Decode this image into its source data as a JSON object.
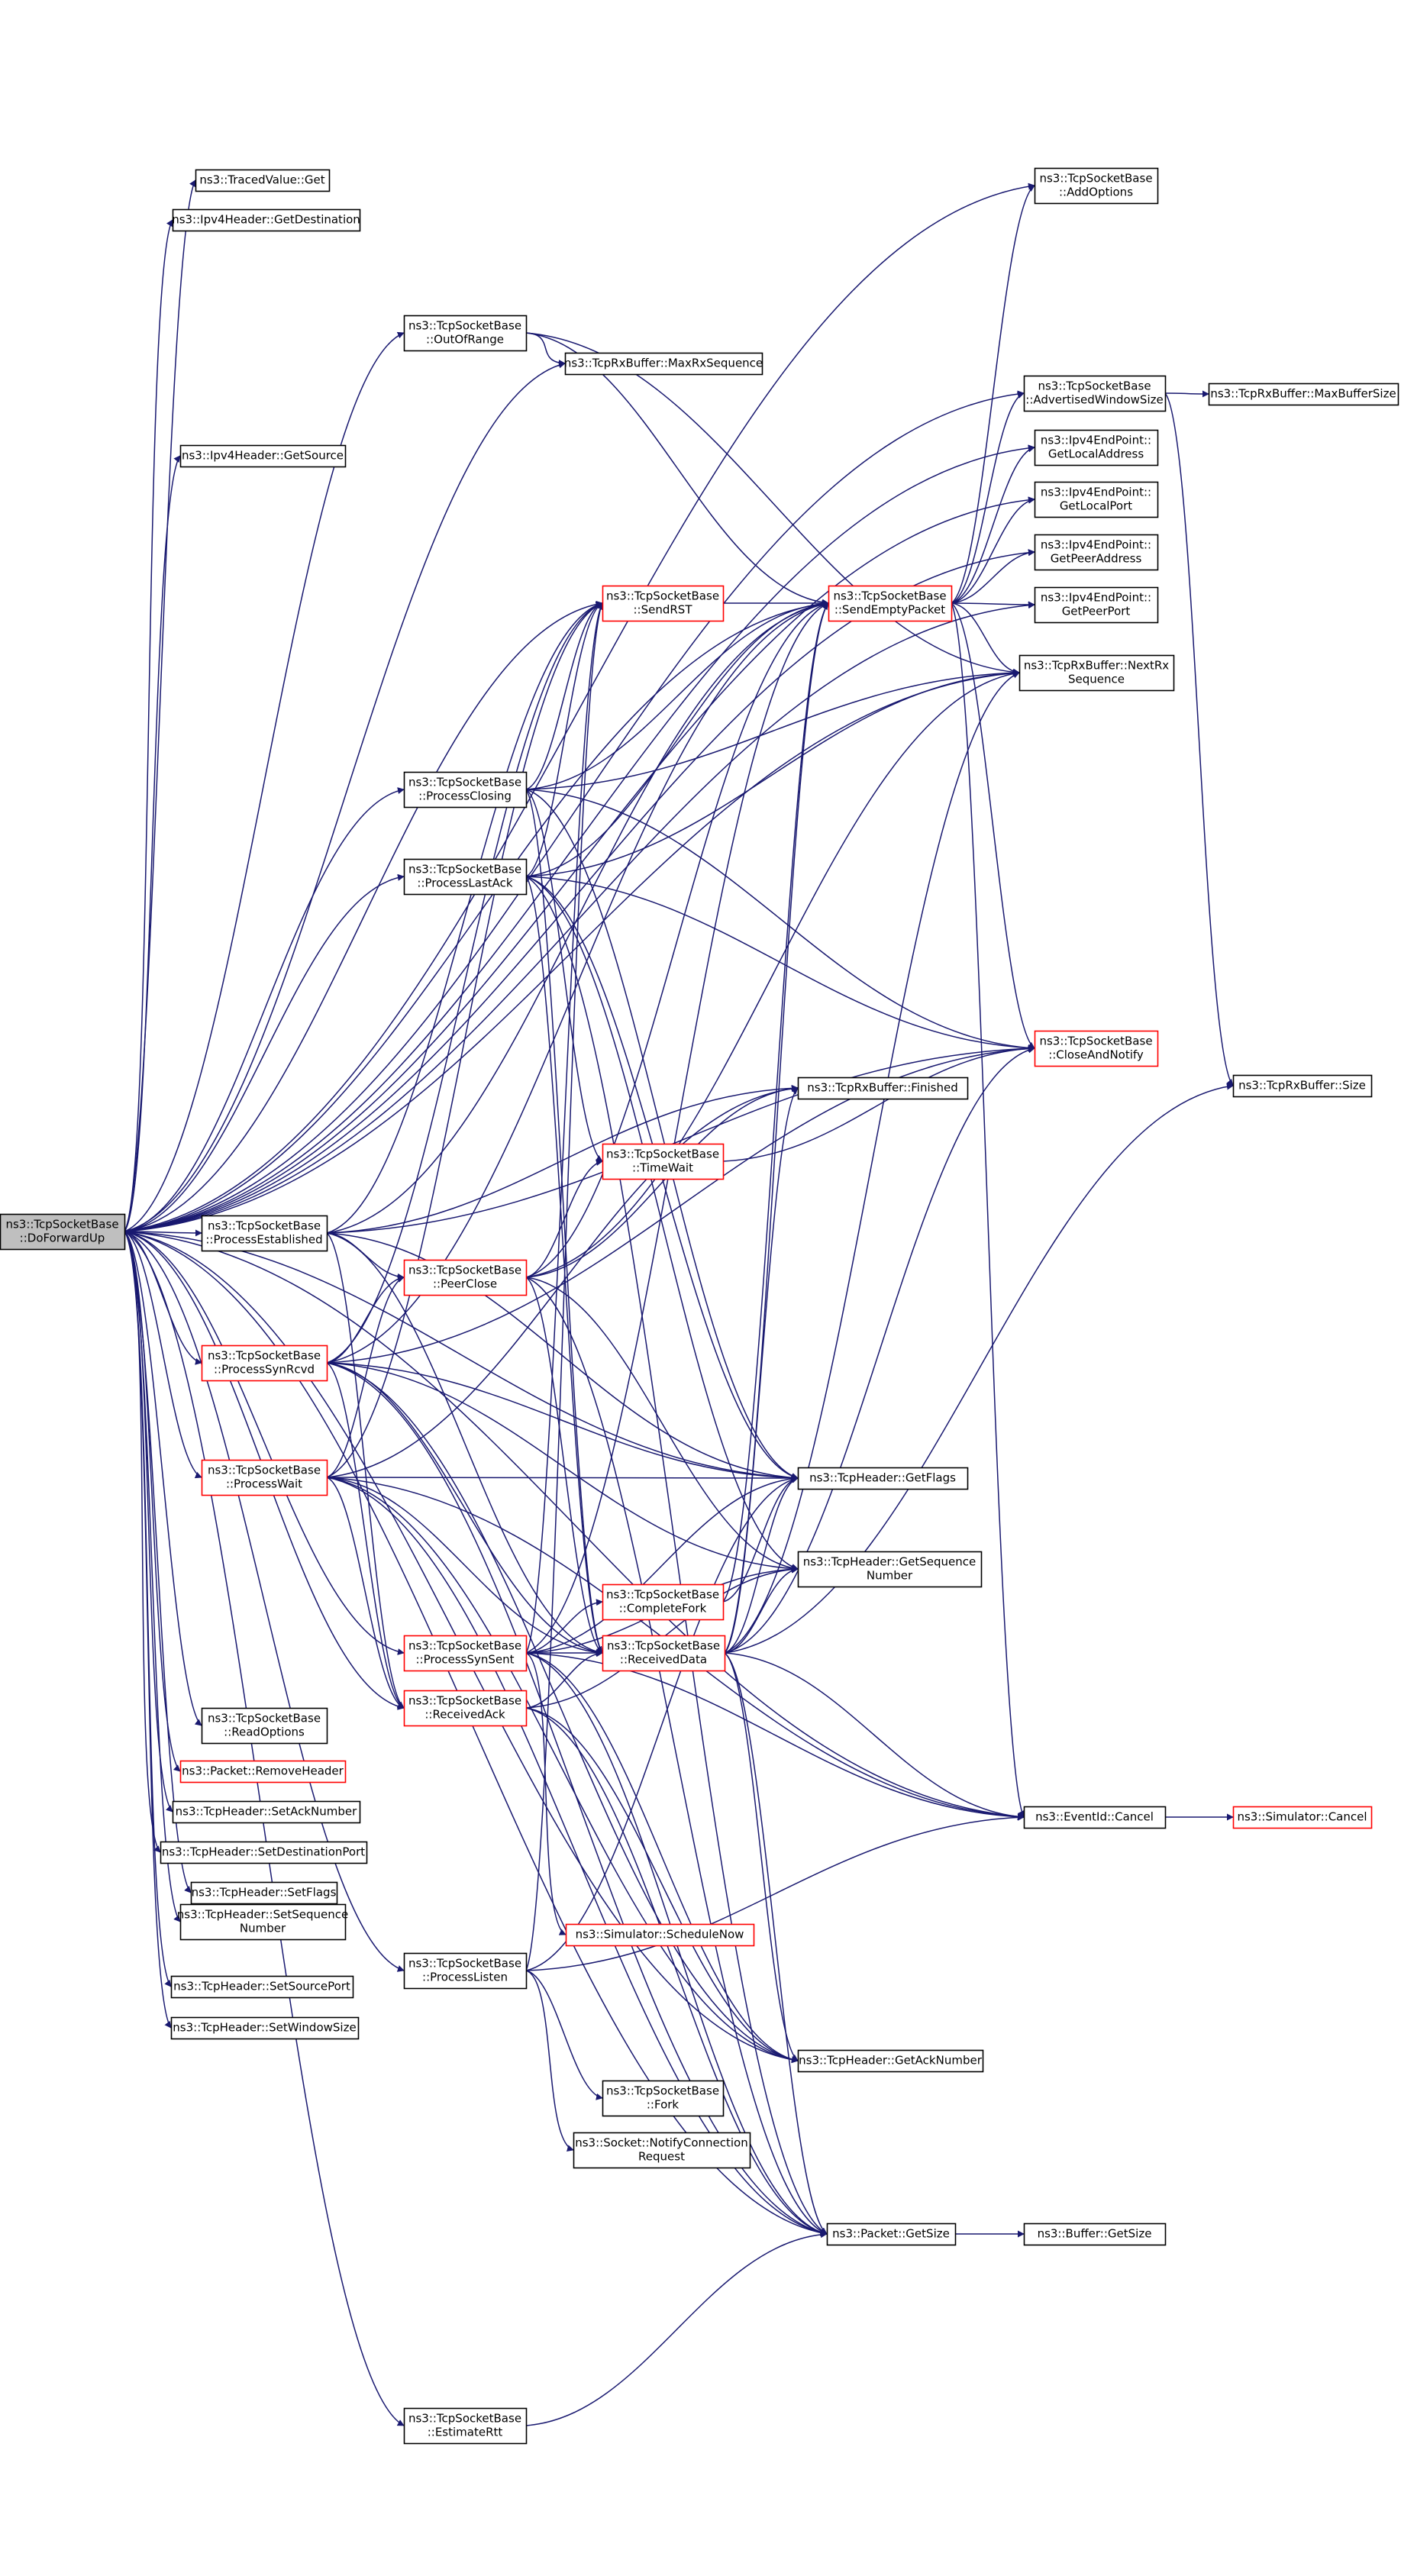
{
  "colors": {
    "edge": "#191970",
    "border_normal": "#000000",
    "border_truncated": "#ff0000",
    "fill_root": "#bfbfbf",
    "fill_normal": "#ffffff"
  },
  "graph": {
    "nodes": [
      {
        "id": "root",
        "lines": [
          "ns3::TcpSocketBase",
          "::DoForwardUp"
        ],
        "style": "root"
      },
      {
        "id": "tracedvalue_get",
        "lines": [
          "ns3::TracedValue::Get"
        ],
        "style": "normal"
      },
      {
        "id": "ipv4header_getdest",
        "lines": [
          "ns3::Ipv4Header::GetDestination"
        ],
        "style": "normal"
      },
      {
        "id": "outofrange",
        "lines": [
          "ns3::TcpSocketBase",
          "::OutOfRange"
        ],
        "style": "normal"
      },
      {
        "id": "maxrxseq",
        "lines": [
          "ns3::TcpRxBuffer::MaxRxSequence"
        ],
        "style": "normal"
      },
      {
        "id": "ipv4header_getsource",
        "lines": [
          "ns3::Ipv4Header::GetSource"
        ],
        "style": "normal"
      },
      {
        "id": "sendrst",
        "lines": [
          "ns3::TcpSocketBase",
          "::SendRST"
        ],
        "style": "truncated"
      },
      {
        "id": "sendempty",
        "lines": [
          "ns3::TcpSocketBase",
          "::SendEmptyPacket"
        ],
        "style": "truncated"
      },
      {
        "id": "addoptions",
        "lines": [
          "ns3::TcpSocketBase",
          "::AddOptions"
        ],
        "style": "normal"
      },
      {
        "id": "advwin",
        "lines": [
          "ns3::TcpSocketBase",
          "::AdvertisedWindowSize"
        ],
        "style": "normal"
      },
      {
        "id": "maxbufsize",
        "lines": [
          "ns3::TcpRxBuffer::MaxBufferSize"
        ],
        "style": "normal"
      },
      {
        "id": "getlocaladdr",
        "lines": [
          "ns3::Ipv4EndPoint::",
          "GetLocalAddress"
        ],
        "style": "normal"
      },
      {
        "id": "getlocalport",
        "lines": [
          "ns3::Ipv4EndPoint::",
          "GetLocalPort"
        ],
        "style": "normal"
      },
      {
        "id": "getpeeraddr",
        "lines": [
          "ns3::Ipv4EndPoint::",
          "GetPeerAddress"
        ],
        "style": "normal"
      },
      {
        "id": "getpeerport",
        "lines": [
          "ns3::Ipv4EndPoint::",
          "GetPeerPort"
        ],
        "style": "normal"
      },
      {
        "id": "nextrxseq",
        "lines": [
          "ns3::TcpRxBuffer::NextRx",
          "Sequence"
        ],
        "style": "normal"
      },
      {
        "id": "processclosing",
        "lines": [
          "ns3::TcpSocketBase",
          "::ProcessClosing"
        ],
        "style": "normal"
      },
      {
        "id": "processlastack",
        "lines": [
          "ns3::TcpSocketBase",
          "::ProcessLastAck"
        ],
        "style": "normal"
      },
      {
        "id": "closeandnotify",
        "lines": [
          "ns3::TcpSocketBase",
          "::CloseAndNotify"
        ],
        "style": "truncated"
      },
      {
        "id": "rxbuffer_size",
        "lines": [
          "ns3::TcpRxBuffer::Size"
        ],
        "style": "normal"
      },
      {
        "id": "finished",
        "lines": [
          "ns3::TcpRxBuffer::Finished"
        ],
        "style": "normal"
      },
      {
        "id": "timewait",
        "lines": [
          "ns3::TcpSocketBase",
          "::TimeWait"
        ],
        "style": "truncated"
      },
      {
        "id": "processestablished",
        "lines": [
          "ns3::TcpSocketBase",
          "::ProcessEstablished"
        ],
        "style": "normal"
      },
      {
        "id": "peerclose",
        "lines": [
          "ns3::TcpSocketBase",
          "::PeerClose"
        ],
        "style": "truncated"
      },
      {
        "id": "processsynrcvd",
        "lines": [
          "ns3::TcpSocketBase",
          "::ProcessSynRcvd"
        ],
        "style": "truncated"
      },
      {
        "id": "processwait",
        "lines": [
          "ns3::TcpSocketBase",
          "::ProcessWait"
        ],
        "style": "truncated"
      },
      {
        "id": "getflags",
        "lines": [
          "ns3::TcpHeader::GetFlags"
        ],
        "style": "normal"
      },
      {
        "id": "getseqnum",
        "lines": [
          "ns3::TcpHeader::GetSequence",
          "Number"
        ],
        "style": "normal"
      },
      {
        "id": "completefork",
        "lines": [
          "ns3::TcpSocketBase",
          "::CompleteFork"
        ],
        "style": "truncated"
      },
      {
        "id": "processsynsent",
        "lines": [
          "ns3::TcpSocketBase",
          "::ProcessSynSent"
        ],
        "style": "truncated"
      },
      {
        "id": "receiveddata",
        "lines": [
          "ns3::TcpSocketBase",
          "::ReceivedData"
        ],
        "style": "truncated"
      },
      {
        "id": "receivedack",
        "lines": [
          "ns3::TcpSocketBase",
          "::ReceivedAck"
        ],
        "style": "truncated"
      },
      {
        "id": "readoptions",
        "lines": [
          "ns3::TcpSocketBase",
          "::ReadOptions"
        ],
        "style": "normal"
      },
      {
        "id": "removeheader",
        "lines": [
          "ns3::Packet::RemoveHeader"
        ],
        "style": "truncated"
      },
      {
        "id": "setacknumber",
        "lines": [
          "ns3::TcpHeader::SetAckNumber"
        ],
        "style": "normal"
      },
      {
        "id": "setdestport",
        "lines": [
          "ns3::TcpHeader::SetDestinationPort"
        ],
        "style": "normal"
      },
      {
        "id": "setflags",
        "lines": [
          "ns3::TcpHeader::SetFlags"
        ],
        "style": "normal"
      },
      {
        "id": "setseqnum",
        "lines": [
          "ns3::TcpHeader::SetSequence",
          "Number"
        ],
        "style": "normal"
      },
      {
        "id": "setsourceport",
        "lines": [
          "ns3::TcpHeader::SetSourcePort"
        ],
        "style": "normal"
      },
      {
        "id": "setwindowsize",
        "lines": [
          "ns3::TcpHeader::SetWindowSize"
        ],
        "style": "normal"
      },
      {
        "id": "eventid_cancel",
        "lines": [
          "ns3::EventId::Cancel"
        ],
        "style": "normal"
      },
      {
        "id": "simulator_cancel",
        "lines": [
          "ns3::Simulator::Cancel"
        ],
        "style": "truncated"
      },
      {
        "id": "schedulenow",
        "lines": [
          "ns3::Simulator::ScheduleNow"
        ],
        "style": "truncated"
      },
      {
        "id": "processlisten",
        "lines": [
          "ns3::TcpSocketBase",
          "::ProcessListen"
        ],
        "style": "normal"
      },
      {
        "id": "getacknumber",
        "lines": [
          "ns3::TcpHeader::GetAckNumber"
        ],
        "style": "normal"
      },
      {
        "id": "fork",
        "lines": [
          "ns3::TcpSocketBase",
          "::Fork"
        ],
        "style": "normal"
      },
      {
        "id": "notifyconnreq",
        "lines": [
          "ns3::Socket::NotifyConnection",
          "Request"
        ],
        "style": "normal"
      },
      {
        "id": "packet_getsize",
        "lines": [
          "ns3::Packet::GetSize"
        ],
        "style": "normal"
      },
      {
        "id": "buffer_getsize",
        "lines": [
          "ns3::Buffer::GetSize"
        ],
        "style": "normal"
      },
      {
        "id": "estimatertt",
        "lines": [
          "ns3::TcpSocketBase",
          "::EstimateRtt"
        ],
        "style": "normal"
      }
    ],
    "edges": [
      [
        "root",
        "tracedvalue_get"
      ],
      [
        "root",
        "ipv4header_getdest"
      ],
      [
        "root",
        "outofrange"
      ],
      [
        "root",
        "maxrxseq"
      ],
      [
        "root",
        "ipv4header_getsource"
      ],
      [
        "root",
        "sendrst"
      ],
      [
        "root",
        "sendempty"
      ],
      [
        "root",
        "addoptions"
      ],
      [
        "root",
        "advwin"
      ],
      [
        "root",
        "getlocaladdr"
      ],
      [
        "root",
        "getlocalport"
      ],
      [
        "root",
        "getpeeraddr"
      ],
      [
        "root",
        "getpeerport"
      ],
      [
        "root",
        "nextrxseq"
      ],
      [
        "root",
        "processclosing"
      ],
      [
        "root",
        "processlastack"
      ],
      [
        "root",
        "processestablished"
      ],
      [
        "root",
        "processsynrcvd"
      ],
      [
        "root",
        "processwait"
      ],
      [
        "root",
        "processsynsent"
      ],
      [
        "root",
        "receivedack"
      ],
      [
        "root",
        "readoptions"
      ],
      [
        "root",
        "removeheader"
      ],
      [
        "root",
        "setacknumber"
      ],
      [
        "root",
        "setdestport"
      ],
      [
        "root",
        "setflags"
      ],
      [
        "root",
        "setseqnum"
      ],
      [
        "root",
        "setsourceport"
      ],
      [
        "root",
        "setwindowsize"
      ],
      [
        "root",
        "processlisten"
      ],
      [
        "root",
        "getacknumber"
      ],
      [
        "root",
        "packet_getsize"
      ],
      [
        "root",
        "eventid_cancel"
      ],
      [
        "root",
        "estimatertt"
      ],
      [
        "root",
        "getflags"
      ],
      [
        "outofrange",
        "maxrxseq"
      ],
      [
        "outofrange",
        "nextrxseq"
      ],
      [
        "outofrange",
        "sendempty"
      ],
      [
        "sendrst",
        "sendempty"
      ],
      [
        "sendempty",
        "addoptions"
      ],
      [
        "sendempty",
        "advwin"
      ],
      [
        "sendempty",
        "getlocaladdr"
      ],
      [
        "sendempty",
        "getlocalport"
      ],
      [
        "sendempty",
        "getpeeraddr"
      ],
      [
        "sendempty",
        "getpeerport"
      ],
      [
        "sendempty",
        "nextrxseq"
      ],
      [
        "sendempty",
        "closeandnotify"
      ],
      [
        "sendempty",
        "eventid_cancel"
      ],
      [
        "advwin",
        "maxbufsize"
      ],
      [
        "advwin",
        "rxbuffer_size"
      ],
      [
        "processclosing",
        "sendrst"
      ],
      [
        "processclosing",
        "sendempty"
      ],
      [
        "processclosing",
        "nextrxseq"
      ],
      [
        "processclosing",
        "closeandnotify"
      ],
      [
        "processclosing",
        "getflags"
      ],
      [
        "processclosing",
        "timewait"
      ],
      [
        "processclosing",
        "receiveddata"
      ],
      [
        "processlastack",
        "sendrst"
      ],
      [
        "processlastack",
        "sendempty"
      ],
      [
        "processlastack",
        "nextrxseq"
      ],
      [
        "processlastack",
        "closeandnotify"
      ],
      [
        "processlastack",
        "getflags"
      ],
      [
        "processlastack",
        "getseqnum"
      ],
      [
        "processlastack",
        "receiveddata"
      ],
      [
        "processlastack",
        "packet_getsize"
      ],
      [
        "timewait",
        "closeandnotify"
      ],
      [
        "processestablished",
        "sendrst"
      ],
      [
        "processestablished",
        "sendempty"
      ],
      [
        "processestablished",
        "finished"
      ],
      [
        "processestablished",
        "peerclose"
      ],
      [
        "processestablished",
        "getflags"
      ],
      [
        "processestablished",
        "receiveddata"
      ],
      [
        "processestablished",
        "receivedack"
      ],
      [
        "processestablished",
        "closeandnotify"
      ],
      [
        "peerclose",
        "sendempty"
      ],
      [
        "peerclose",
        "finished"
      ],
      [
        "peerclose",
        "nextrxseq"
      ],
      [
        "peerclose",
        "getseqnum"
      ],
      [
        "peerclose",
        "receiveddata"
      ],
      [
        "peerclose",
        "packet_getsize"
      ],
      [
        "peerclose",
        "timewait"
      ],
      [
        "processsynrcvd",
        "sendrst"
      ],
      [
        "processsynrcvd",
        "sendempty"
      ],
      [
        "processsynrcvd",
        "peerclose"
      ],
      [
        "processsynrcvd",
        "closeandnotify"
      ],
      [
        "processsynrcvd",
        "getflags"
      ],
      [
        "processsynrcvd",
        "getseqnum"
      ],
      [
        "processsynrcvd",
        "receiveddata"
      ],
      [
        "processsynrcvd",
        "receivedack"
      ],
      [
        "processsynrcvd",
        "getacknumber"
      ],
      [
        "processsynrcvd",
        "packet_getsize"
      ],
      [
        "processwait",
        "sendrst"
      ],
      [
        "processwait",
        "peerclose"
      ],
      [
        "processwait",
        "finished"
      ],
      [
        "processwait",
        "getflags"
      ],
      [
        "processwait",
        "receiveddata"
      ],
      [
        "processwait",
        "receivedack"
      ],
      [
        "processwait",
        "getacknumber"
      ],
      [
        "processwait",
        "packet_getsize"
      ],
      [
        "processwait",
        "eventid_cancel"
      ],
      [
        "completefork",
        "sendempty"
      ],
      [
        "completefork",
        "getflags"
      ],
      [
        "processsynsent",
        "sendrst"
      ],
      [
        "processsynsent",
        "sendempty"
      ],
      [
        "processsynsent",
        "getflags"
      ],
      [
        "processsynsent",
        "getseqnum"
      ],
      [
        "processsynsent",
        "completefork"
      ],
      [
        "processsynsent",
        "receiveddata"
      ],
      [
        "processsynsent",
        "eventid_cancel"
      ],
      [
        "processsynsent",
        "schedulenow"
      ],
      [
        "processsynsent",
        "getacknumber"
      ],
      [
        "processsynsent",
        "packet_getsize"
      ],
      [
        "receiveddata",
        "sendempty"
      ],
      [
        "receiveddata",
        "finished"
      ],
      [
        "receiveddata",
        "nextrxseq"
      ],
      [
        "receiveddata",
        "getflags"
      ],
      [
        "receiveddata",
        "getseqnum"
      ],
      [
        "receiveddata",
        "rxbuffer_size"
      ],
      [
        "receiveddata",
        "eventid_cancel"
      ],
      [
        "receiveddata",
        "getacknumber"
      ],
      [
        "receiveddata",
        "packet_getsize"
      ],
      [
        "receiveddata",
        "closeandnotify"
      ],
      [
        "receivedack",
        "getseqnum"
      ],
      [
        "receivedack",
        "getacknumber"
      ],
      [
        "receivedack",
        "packet_getsize"
      ],
      [
        "receivedack",
        "receiveddata"
      ],
      [
        "processlisten",
        "sendrst"
      ],
      [
        "processlisten",
        "fork"
      ],
      [
        "processlisten",
        "notifyconnreq"
      ],
      [
        "processlisten",
        "eventid_cancel"
      ],
      [
        "processlisten",
        "getflags"
      ],
      [
        "eventid_cancel",
        "simulator_cancel"
      ],
      [
        "packet_getsize",
        "buffer_getsize"
      ],
      [
        "estimatertt",
        "packet_getsize"
      ]
    ]
  }
}
